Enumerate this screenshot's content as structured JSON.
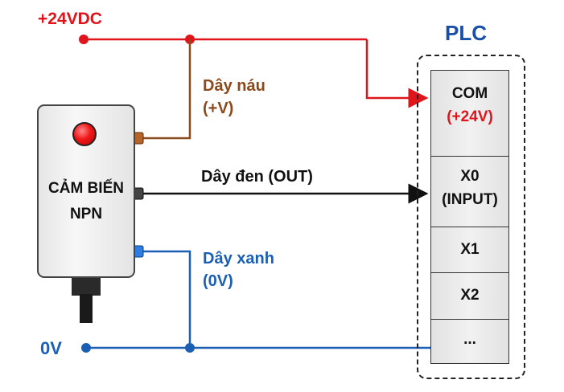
{
  "supply": {
    "positive_label": "+24VDC",
    "ground_label": "0V"
  },
  "sensor": {
    "line1": "CẢM BIẾN",
    "line2": "NPN"
  },
  "wires": {
    "brown_line1": "Dây náu",
    "brown_line2": "(+V)",
    "black_label": "Dây đen (OUT)",
    "blue_line1": "Dây xanh",
    "blue_line2": "(0V)"
  },
  "plc": {
    "title": "PLC",
    "terminals": [
      {
        "line1": "COM",
        "line2": "(+24V)"
      },
      {
        "line1": "X0",
        "line2": "(INPUT)"
      },
      {
        "line1": "X1",
        "line2": ""
      },
      {
        "line1": "X2",
        "line2": ""
      },
      {
        "line1": "...",
        "line2": ""
      }
    ]
  },
  "colors": {
    "red": "#e0141b",
    "brown": "#8a4a1c",
    "blue": "#1a5fb4",
    "black": "#111111",
    "plc_title": "#1a4fa8"
  }
}
